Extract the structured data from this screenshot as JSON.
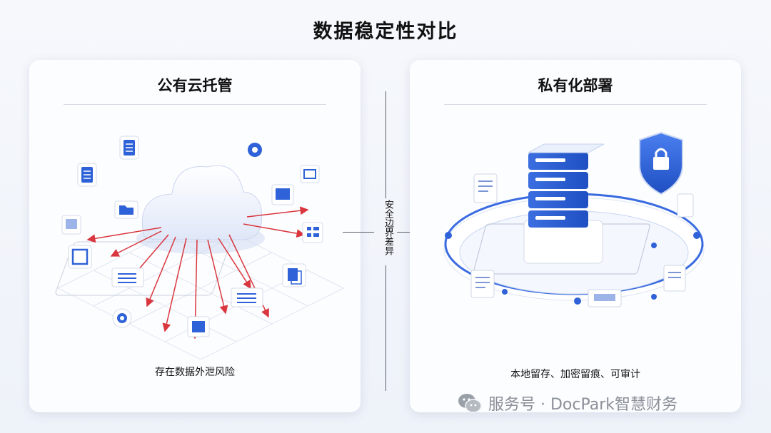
{
  "title": "数据稳定性对比",
  "left_panel": {
    "title": "公有云托管",
    "caption": "存在数据外泄风险"
  },
  "right_panel": {
    "title": "私有化部署",
    "caption": "本地留存、加密留痕、可审计"
  },
  "middle_label": "安全边界差异",
  "watermark": {
    "text": "服务号 · DocPark智慧财务",
    "icon": "wechat-icon"
  },
  "colors": {
    "accent_blue": "#2f62d8",
    "arrow_red": "#d9363e",
    "panel_bg": "#fcfdff"
  },
  "icons": {
    "left": [
      "document-icon",
      "gear-icon",
      "folder-icon",
      "window-icon",
      "chart-icon",
      "image-icon",
      "list-icon",
      "tag-icon",
      "printer-icon",
      "copy-icon",
      "cloud-icon"
    ],
    "right": [
      "server-icon",
      "shield-lock-icon",
      "document-icon",
      "printer-icon"
    ]
  }
}
